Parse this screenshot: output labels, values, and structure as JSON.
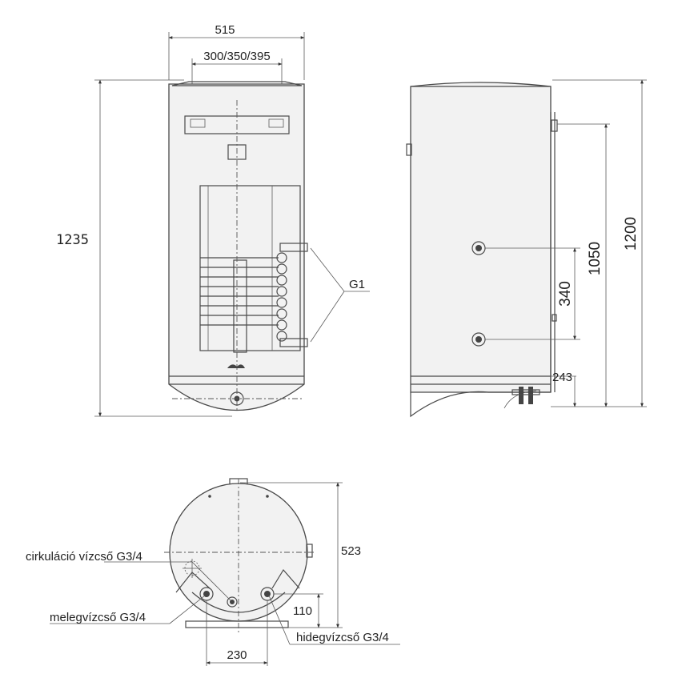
{
  "dimensions": {
    "width_515": "515",
    "flange_spacing": "300/350/395",
    "height_1235": "1235",
    "coil_label": "G1",
    "height_1050": "1050",
    "height_1200": "1200",
    "height_340": "340",
    "height_243": "243",
    "diameter_523": "523",
    "height_110": "110",
    "spacing_230": "230"
  },
  "connections": {
    "circulation": "cirkuláció vízcső G3/4",
    "hot_water": "melegvízcső G3/4",
    "cold_water": "hidegvízcső G3/4"
  }
}
